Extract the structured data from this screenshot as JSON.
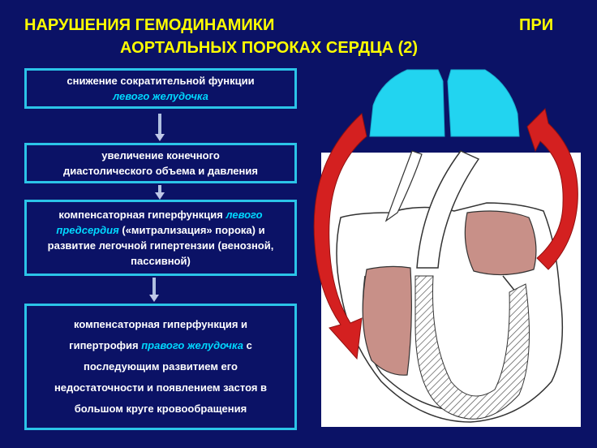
{
  "title": {
    "line1_left": "НАРУШЕНИЯ ГЕМОДИНАМИКИ",
    "line1_right": "ПРИ",
    "line2": "АОРТАЛЬНЫХ ПОРОКАХ СЕРДЦА (2)"
  },
  "boxes": [
    {
      "line1": "снижение сократительной функции",
      "line2_hl": "левого желудочка"
    },
    {
      "line1": "увеличение конечного",
      "line2": "диастолического  объема и давления"
    },
    {
      "p1": "компенсаторная гиперфункция ",
      "hl1": "левого предсердия",
      "p2": " («митрализация» порока) и развитие легочной гипертензии (венозной, пассивной)"
    },
    {
      "p1": "компенсаторная гиперфункция и гипертрофия ",
      "hl1": "правого желудочка",
      "p2": " с последующим развитием его недостаточности и появлением застоя в большом круге кровообращения"
    }
  ],
  "colors": {
    "background": "#0b1266",
    "title": "#ffff00",
    "box_border": "#2bc4e8",
    "highlight": "#00d8ff",
    "lungs": "#22d4f0",
    "curved_arrows": "#d42020",
    "chambers": "#c89088"
  },
  "diagram": {
    "parts": [
      "lungs",
      "heart-outline",
      "left-atrium",
      "right-ventricle",
      "aorta",
      "curved-arrow-left",
      "curved-arrow-right"
    ]
  }
}
